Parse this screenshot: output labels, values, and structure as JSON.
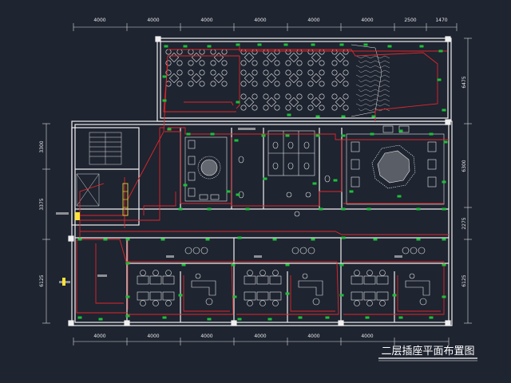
{
  "drawing": {
    "title": "二层插座平面布置图",
    "dimensions_top": [
      "4000",
      "4000",
      "4000",
      "4000",
      "4000",
      "4000",
      "2500",
      "1470"
    ],
    "dimensions_bottom": [
      "4000",
      "4000",
      "4000",
      "4000",
      "4000",
      "4000"
    ],
    "dimensions_left": [
      "3300",
      "3375",
      "6125"
    ],
    "dimensions_right": [
      "6475",
      "6300",
      "2275",
      "6125"
    ]
  },
  "colors": {
    "background": "#1e2430",
    "wall": "#f0f0f0",
    "circuit": "#e0262b",
    "socket": "#1dbf3a",
    "furniture": "#e8e8e8",
    "accent": "#ffe23a"
  }
}
